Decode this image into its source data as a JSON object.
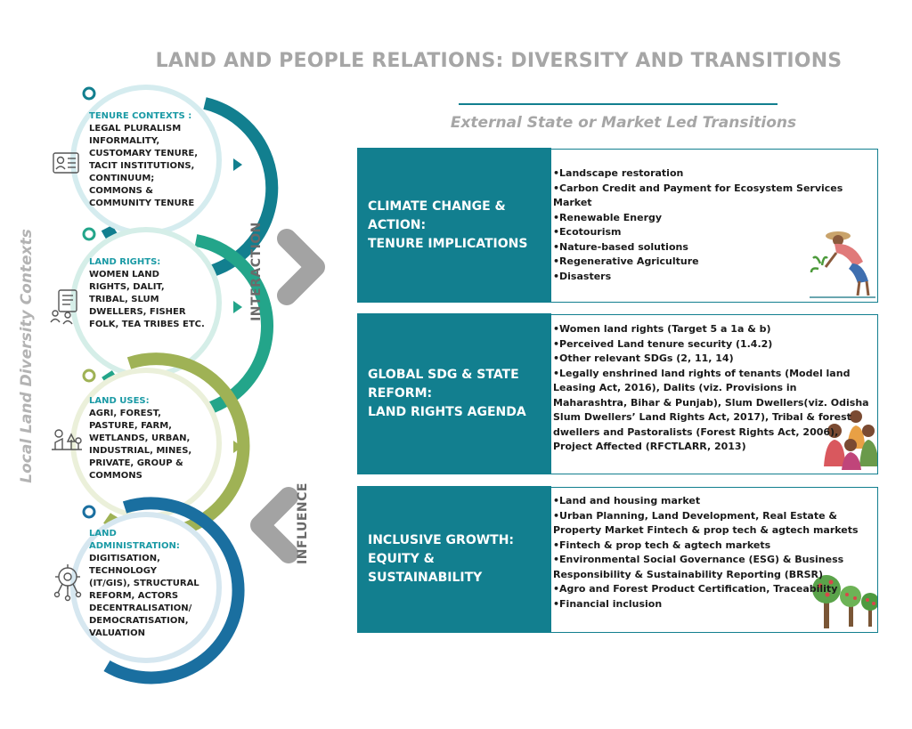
{
  "title": "LAND AND PEOPLE RELATIONS:  DIVERSITY AND  TRANSITIONS",
  "subtitle": "External State or Market Led Transitions",
  "side_title": "Local Land Diversity Contexts",
  "arrows": {
    "interaction": "INTERACTION",
    "influence": "INFLUENCE"
  },
  "colors": {
    "teal": "#127f8f",
    "dark_teal": "#0e6e7b",
    "green": "#23a58a",
    "olive": "#9fb255",
    "navy": "#1a6fa0",
    "heading_cyan": "#1a9aa5",
    "grey_text": "#a6a6a6"
  },
  "contexts": [
    {
      "heading": "TENURE CONTEXTS :",
      "body": "LEGAL PLURALISM\nINFORMALITY,\nCUSTOMARY TENURE,\nTACIT INSTITUTIONS,\nCONTINUUM;\nCOMMONS &\nCOMMUNITY TENURE",
      "icon": "id-card-icon"
    },
    {
      "heading": "LAND RIGHTS:",
      "body": "WOMEN LAND\nRIGHTS, DALIT,\nTRIBAL, SLUM\nDWELLERS, FISHER\nFOLK, TEA TRIBES ETC.",
      "icon": "document-people-icon"
    },
    {
      "heading": "LAND USES:",
      "body": "AGRI, FOREST,\nPASTURE, FARM,\nWETLANDS, URBAN,\nINDUSTRIAL, MINES,\nPRIVATE, GROUP &\nCOMMONS",
      "icon": "landscape-icon"
    },
    {
      "heading": "LAND\nADMINISTRATION:",
      "body": "DIGITISATION,\nTECHNOLOGY\n(IT/GIS), STRUCTURAL\nREFORM, ACTORS\nDECENTRALISATION/\nDEMOCRATISATION,\nVALUATION",
      "icon": "network-gear-icon"
    }
  ],
  "transitions": [
    {
      "title_lines": [
        "CLIMATE CHANGE &",
        "ACTION:",
        "TENURE IMPLICATIONS"
      ],
      "bullets": [
        "Landscape restoration",
        "Carbon Credit and Payment for Ecosystem Services Market",
        "Renewable Energy",
        "Ecotourism",
        "Nature-based solutions",
        "Regenerative Agriculture",
        "Disasters"
      ],
      "illustration": "farmer-planting-icon"
    },
    {
      "title_lines": [
        "GLOBAL SDG & STATE",
        "REFORM:",
        "LAND RIGHTS AGENDA"
      ],
      "bullets": [
        "Women land rights (Target 5 a 1a & b)",
        "Perceived Land tenure security (1.4.2)",
        "Other relevant SDGs (2, 11, 14)",
        "Legally enshrined land rights of tenants (Model land Leasing Act, 2016), Dalits (viz. Provisions in Maharashtra, Bihar & Punjab), Slum Dwellers(viz. Odisha Slum Dwellers’ Land Rights Act, 2017), Tribal & forest dwellers and Pastoralists (Forest Rights Act, 2006), Project Affected (RFCTLARR, 2013)"
      ],
      "illustration": "women-group-icon"
    },
    {
      "title_lines": [
        "INCLUSIVE GROWTH:",
        "EQUITY &",
        "SUSTAINABILITY"
      ],
      "bullets": [
        "Land and housing market",
        "Urban Planning, Land Development, Real Estate & Property Market Fintech & prop tech & agtech markets",
        "Fintech & prop tech & agtech markets",
        "Environmental Social Governance (ESG) & Business Responsibility & Sustainability Reporting (BRSR)",
        "Agro and Forest Product Certification, Traceability",
        "Financial inclusion"
      ],
      "illustration": "fruit-trees-icon"
    }
  ]
}
